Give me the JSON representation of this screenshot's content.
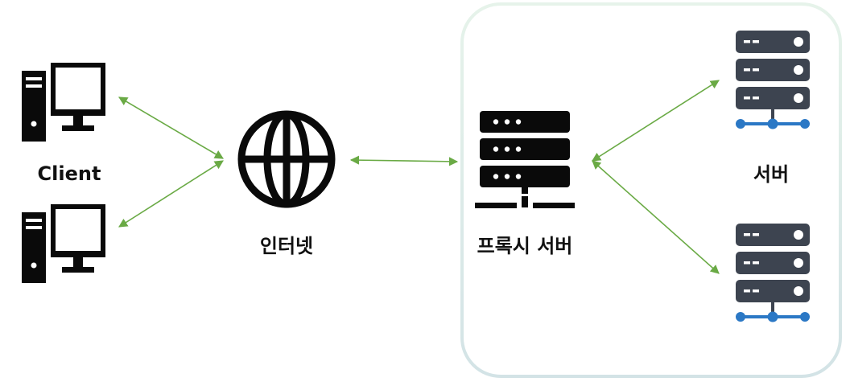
{
  "labels": {
    "client": "Client",
    "internet": "인터넷",
    "proxy": "프록시 서버",
    "server": "서버"
  },
  "colors": {
    "arrow": "#6aaa45",
    "icon_dark": "#0a0a0a",
    "server_body": "#3d4450",
    "server_node": "#2b78c5",
    "group_border": "#d6e8e0"
  },
  "icons": [
    "desktop-computer-icon",
    "globe-icon",
    "server-rack-icon",
    "server-network-icon"
  ]
}
